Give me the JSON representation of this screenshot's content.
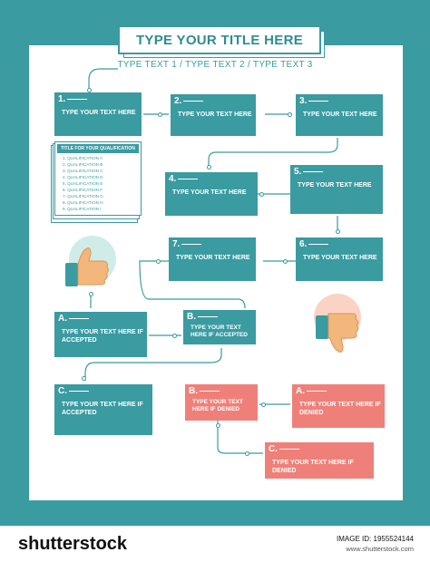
{
  "header": {
    "title": "TYPE YOUR TITLE HERE",
    "subtitle": "TYPE TEXT 1 / TYPE TEXT 2 / TYPE TEXT 3"
  },
  "steps": [
    {
      "num": "1.",
      "text": "TYPE YOUR TEXT HERE"
    },
    {
      "num": "2.",
      "text": "TYPE YOUR TEXT HERE"
    },
    {
      "num": "3.",
      "text": "TYPE YOUR TEXT HERE"
    },
    {
      "num": "4.",
      "text": "TYPE YOUR TEXT HERE"
    },
    {
      "num": "5.",
      "text": "TYPE YOUR TEXT HERE"
    },
    {
      "num": "6.",
      "text": "TYPE YOUR TEXT HERE"
    },
    {
      "num": "7.",
      "text": "TYPE YOUR TEXT HERE"
    }
  ],
  "qualification": {
    "title": "TITLE FOR YOUR QUALIFICATION",
    "items": [
      "1. QUALIFICATION A",
      "2. QUALIFICATION B",
      "3. QUALIFICATION C",
      "4. QUALIFICATION D",
      "5. QUALIFICATION E",
      "6. QUALIFICATION F",
      "7. QUALIFICATION G",
      "8. QUALIFICATION H",
      "9. QUALIFICATION I"
    ]
  },
  "accepted": [
    {
      "num": "A.",
      "text": "TYPE YOUR TEXT HERE IF ACCEPTED"
    },
    {
      "num": "B.",
      "text": "TYPE YOUR TEXT HERE IF ACCEPTED"
    },
    {
      "num": "C.",
      "text": "TYPE YOUR TEXT HERE IF ACCEPTED"
    }
  ],
  "denied": [
    {
      "num": "A.",
      "text": "TYPE YOUR TEXT HERE IF DENIED"
    },
    {
      "num": "B.",
      "text": "TYPE YOUR TEXT HERE IF DENIED"
    },
    {
      "num": "C.",
      "text": "TYPE YOUR TEXT HERE IF DENIED"
    }
  ],
  "footer": {
    "brand": "shutterstock",
    "image_id": "IMAGE ID: 1955524144",
    "url": "www.shutterstock.com"
  },
  "colors": {
    "teal": "#3a9ba1",
    "coral": "#ef8079",
    "background": "#3a9ba1"
  }
}
